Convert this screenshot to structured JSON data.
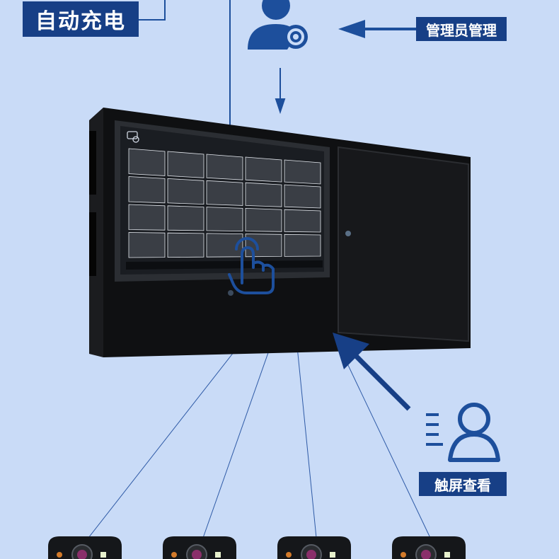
{
  "labels": {
    "auto_charge": "自动充电",
    "admin_manage": "管理员管理",
    "touch_view": "触屏查看"
  },
  "colors": {
    "background": "#c9dbf7",
    "label_bg": "#173f86",
    "accent": "#1d4f9c",
    "cabinet": "#111214",
    "screen": "#1a1d22"
  },
  "icons": {
    "admin": "admin-gear-icon",
    "touch": "touch-hand-icon",
    "person": "person-list-icon",
    "camera": "body-camera-icon"
  },
  "screen": {
    "grid_rows": 4,
    "grid_cols": 5
  },
  "devices": {
    "count": 4
  }
}
